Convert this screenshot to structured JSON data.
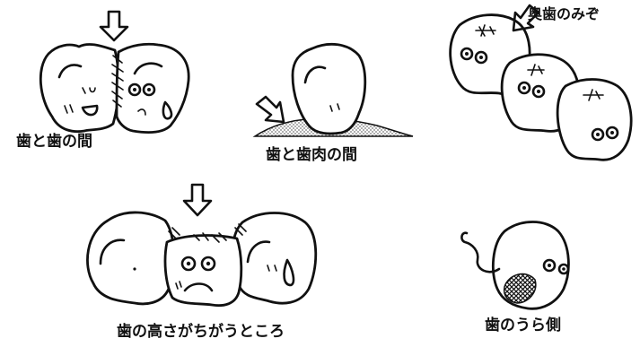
{
  "captions": {
    "between_teeth": "歯と歯の間",
    "between_tooth_gum": "歯と歯肉の間",
    "molar_grooves": "奥歯のみぞ",
    "uneven_height": "歯の高さがちがうところ",
    "back_of_tooth": "歯のうら側"
  },
  "colors": {
    "ink": "#111111",
    "paper": "#ffffff",
    "gum": "#bdbdbd"
  },
  "icons": [
    "down-arrow-icon",
    "diagonal-arrow-icon",
    "tooth-icon"
  ]
}
